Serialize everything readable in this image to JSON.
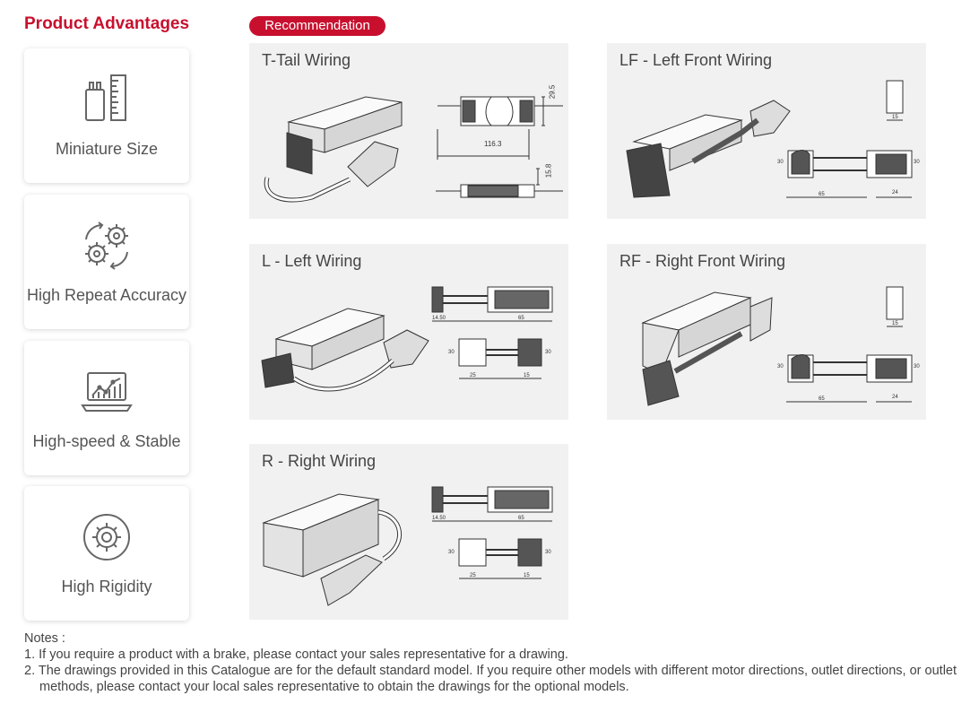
{
  "advantages": {
    "title": "Product Advantages",
    "items": [
      {
        "label": "Miniature Size",
        "icon": "ruler-size-icon"
      },
      {
        "label": "High Repeat Accuracy",
        "icon": "gears-cycle-icon"
      },
      {
        "label": "High-speed & Stable",
        "icon": "laptop-chart-icon"
      },
      {
        "label": "High Rigidity",
        "icon": "gear-circle-icon"
      }
    ]
  },
  "recommendation": {
    "badge": "Recommendation",
    "panels": [
      {
        "title": "T-Tail Wiring",
        "dims": [
          "116.3",
          "29.5",
          "15.8"
        ]
      },
      {
        "title": "LF - Left Front Wiring",
        "dims": [
          "15",
          "30",
          "65",
          "24",
          "30"
        ]
      },
      {
        "title": "L - Left Wiring",
        "dims": [
          "14.50",
          "65",
          "30",
          "25",
          "15",
          "30"
        ]
      },
      {
        "title": "RF - Right Front Wiring",
        "dims": [
          "15",
          "30",
          "65",
          "24",
          "30"
        ]
      },
      {
        "title": "R - Right Wiring",
        "dims": [
          "14.50",
          "65",
          "30",
          "25",
          "15",
          "30"
        ]
      }
    ]
  },
  "notes": {
    "heading": "Notes :",
    "lines": [
      "1. If you require a product with a brake, please contact your sales representative for a drawing.",
      "2. The drawings provided in this Catalogue are for the default standard model. If you require other models with different motor directions, outlet directions, or outlet methods, please contact your local sales representative to obtain the drawings for the optional models."
    ]
  },
  "colors": {
    "accent": "#c8102e",
    "panel_bg": "#f1f1f1"
  }
}
